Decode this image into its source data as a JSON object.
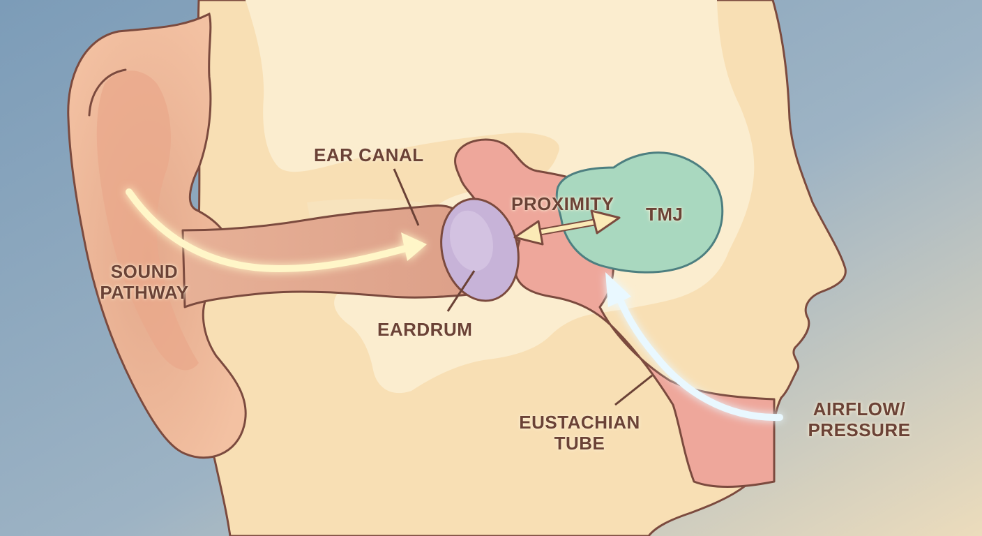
{
  "labels": {
    "ear_canal": "EAR CANAL",
    "proximity": "PROXIMITY",
    "tmj": "TMJ",
    "sound_pathway": [
      "SOUND",
      "PATHWAY"
    ],
    "eardrum": "EARDRUM",
    "eustachian_tube": [
      "EUSTACHIAN",
      "TUBE"
    ],
    "airflow_pressure": [
      "AIRFLOW/",
      "PRESSURE"
    ]
  },
  "colors": {
    "background_left": "#7f9fba",
    "background_right": "#e9dcc0",
    "skin": "#f8dfb4",
    "bone": "#fbedcf",
    "outline": "#7b4a3e",
    "ear_canal": "#e2a88f",
    "middle_ear": "#eea79b",
    "eardrum": "#c7b3d8",
    "tmj": "#a9d8bf",
    "sound_arrow": "#fff6c8",
    "airflow_arrow": "#e9f8ff",
    "label_text": "#6b4236"
  }
}
